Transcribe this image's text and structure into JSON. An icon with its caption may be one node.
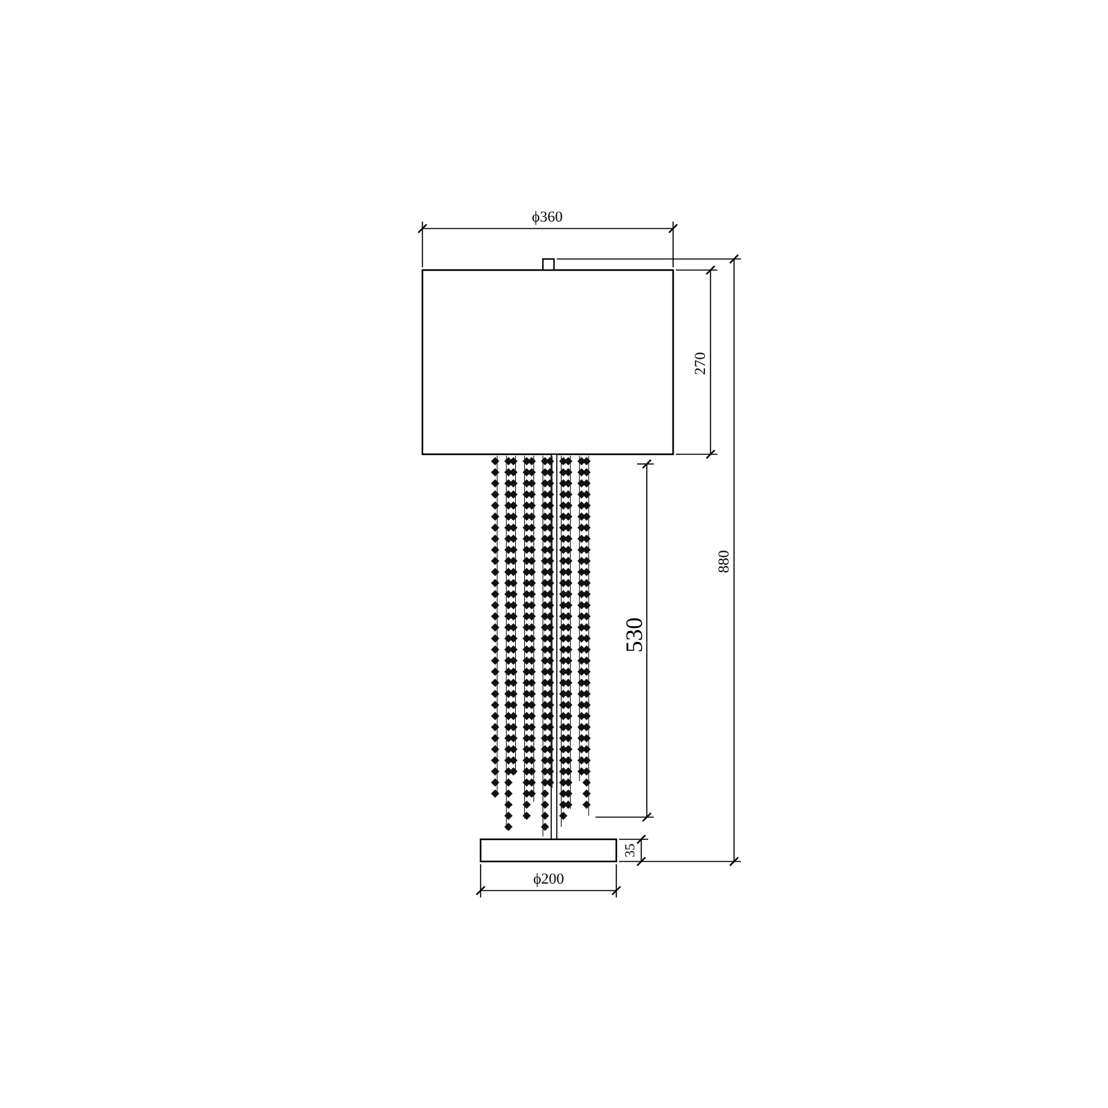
{
  "diagram": {
    "labels": [
      "ϕ360",
      "270",
      "880",
      "530",
      "35",
      "ϕ200"
    ]
  }
}
